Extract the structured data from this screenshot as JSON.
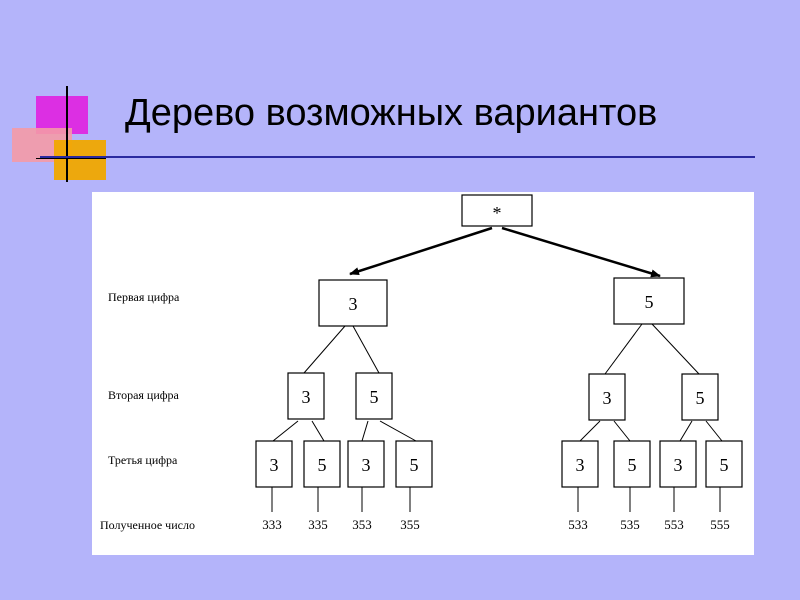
{
  "title": "Дерево возможных вариантов",
  "root": {
    "label": "*"
  },
  "levels": [
    "Первая цифра",
    "Вторая цифра",
    "Третья цифра",
    "Полученное число"
  ],
  "first_digit": [
    "3",
    "5"
  ],
  "second_digit": [
    "3",
    "5",
    "3",
    "5"
  ],
  "third_digit": [
    "3",
    "5",
    "3",
    "5",
    "3",
    "5",
    "3",
    "5"
  ],
  "results": [
    "333",
    "335",
    "353",
    "355",
    "533",
    "535",
    "553",
    "555"
  ],
  "colors": {
    "background": "#b4b4fa",
    "panel": "#ffffff",
    "rule": "#2a2aa0"
  }
}
